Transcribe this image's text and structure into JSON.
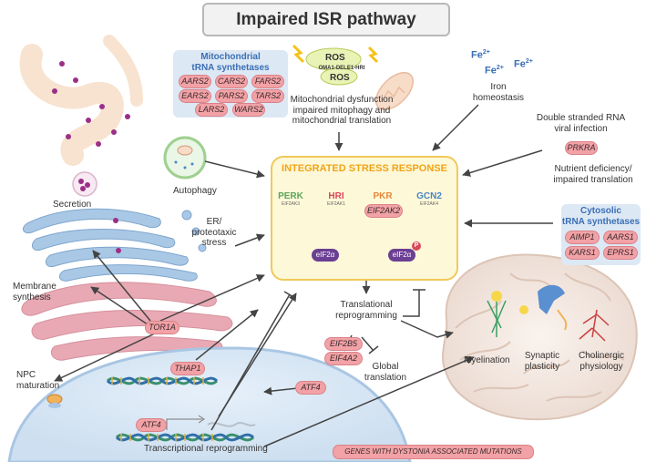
{
  "title": "Impaired ISR pathway",
  "mito_box": {
    "title_line1": "Mitochondrial",
    "title_line2": "tRNA synthetases",
    "genes": [
      "AARS2",
      "CARS2",
      "FARS2",
      "EARS2",
      "PARS2",
      "TARS2",
      "LARS2",
      "WARS2"
    ]
  },
  "ros": {
    "label_top": "ROS",
    "label_bottom": "ROS",
    "chain": "OMA1-DELE1-HRI"
  },
  "mito_dysfunction": [
    "Mitochondrial dysfunction",
    "impaired mitophagy and",
    "mitochondrial translation"
  ],
  "iron": {
    "ions": [
      "Fe2+",
      "Fe2+",
      "Fe2+"
    ],
    "label_line1": "Iron",
    "label_line2": "homeostasis"
  },
  "dsrna": {
    "line1": "Double stranded RNA",
    "line2": "viral infection",
    "gene": "PRKRA"
  },
  "autophagy": "Autophagy",
  "secretion": "Secretion",
  "isr": {
    "title": "INTEGRATED STRESS RESPONSE",
    "kinases": [
      {
        "name": "PERK",
        "gene": "EIF2AK3",
        "color": "#5ba65b"
      },
      {
        "name": "HRI",
        "gene": "EIF2AK1",
        "color": "#d9475a"
      },
      {
        "name": "PKR",
        "gene": "EIF2AK2",
        "color": "#e8873a"
      },
      {
        "name": "GCN2",
        "gene": "EIF2AK4",
        "color": "#4a86c5"
      }
    ],
    "eif_left": "eIF2α",
    "eif_right": "eIF2α",
    "phospho": "P"
  },
  "nutrient": {
    "line1": "Nutrient deficiency/",
    "line2": "impaired translation"
  },
  "cyto_box": {
    "title_line1": "Cytosolic",
    "title_line2": "tRNA synthetases",
    "genes": [
      "AIMP1",
      "AARS1",
      "KARS1",
      "EPRS1"
    ]
  },
  "er_stress": [
    "ER/",
    "proteotaxic",
    "stress"
  ],
  "membrane": [
    "Membrane",
    "synthesis"
  ],
  "npc": [
    "NPC",
    "maturation"
  ],
  "tor1a": "TOR1A",
  "thap1": "THAP1",
  "translational": [
    "Translational",
    "reprogramming"
  ],
  "eif2b5": "EIF2B5",
  "eif4a2": "EIF4A2",
  "global": [
    "Global",
    "translation"
  ],
  "atf4_cyto": "ATF4",
  "atf4_nuc": "ATF4",
  "transcriptional": "Transcriptional reprogramming",
  "brain": {
    "myelination": "Myelination",
    "synaptic": [
      "Synaptic",
      "plasticity"
    ],
    "cholinergic": [
      "Cholinergic",
      "physiology"
    ]
  },
  "legend": "GENES WITH DYSTONIA ASSOCIATED MUTATIONS",
  "colors": {
    "gene_pill": "#f2a2a6",
    "isr_border": "#f0c95a",
    "isr_title": "#f0a418",
    "box_title": "#3a6fb5",
    "eif": "#6b3f93"
  }
}
